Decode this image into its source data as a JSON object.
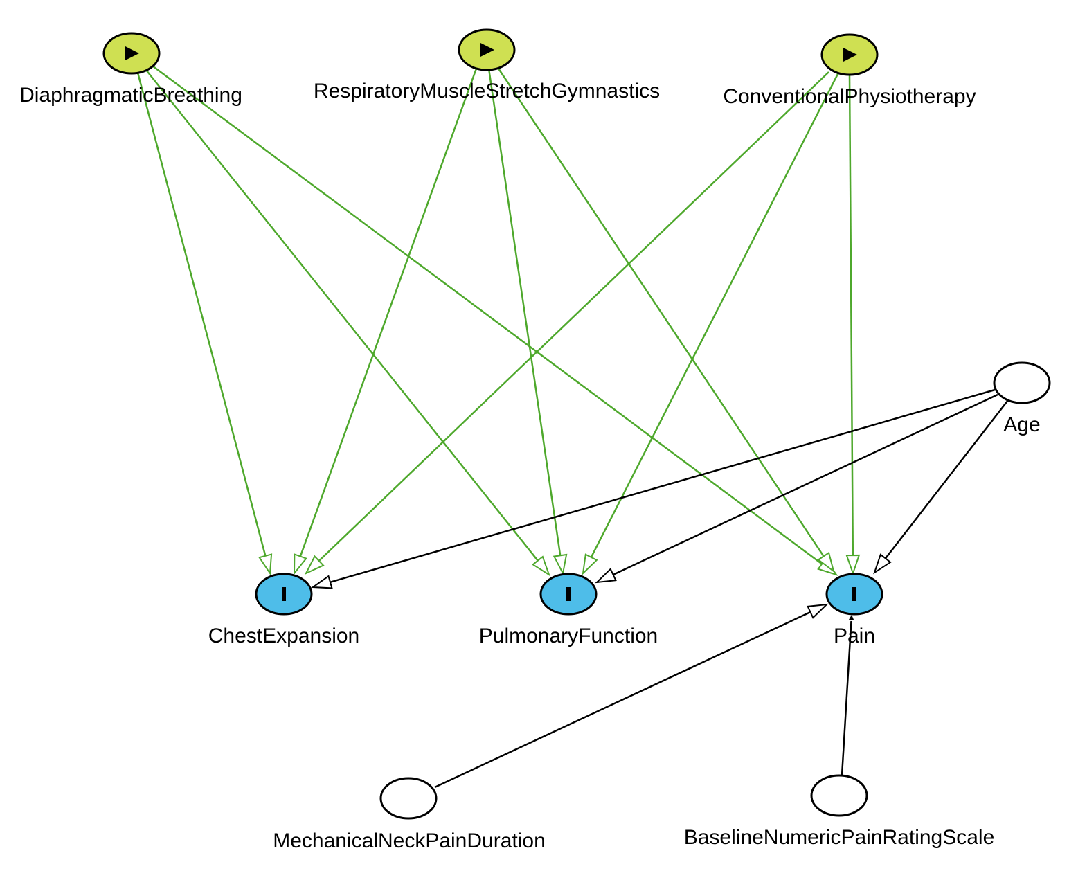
{
  "nodes": [
    {
      "id": "DiaphragmaticBreathing",
      "label": "DiaphragmaticBreathing",
      "type": "exposure"
    },
    {
      "id": "RespiratoryMuscleStretchGymnastics",
      "label": "RespiratoryMuscleStretchGymnastics",
      "type": "exposure"
    },
    {
      "id": "ConventionalPhysiotherapy",
      "label": "ConventionalPhysiotherapy",
      "type": "exposure"
    },
    {
      "id": "Age",
      "label": "Age",
      "type": "other"
    },
    {
      "id": "ChestExpansion",
      "label": "ChestExpansion",
      "type": "outcome"
    },
    {
      "id": "PulmonaryFunction",
      "label": "PulmonaryFunction",
      "type": "outcome"
    },
    {
      "id": "Pain",
      "label": "Pain",
      "type": "outcome"
    },
    {
      "id": "MechanicalNeckPainDuration",
      "label": "MechanicalNeckPainDuration",
      "type": "other"
    },
    {
      "id": "BaselineNumericPainRatingScale",
      "label": "BaselineNumericPainRatingScale",
      "type": "other"
    }
  ],
  "edges": [
    {
      "from": "DiaphragmaticBreathing",
      "to": "ChestExpansion",
      "kind": "causal"
    },
    {
      "from": "DiaphragmaticBreathing",
      "to": "PulmonaryFunction",
      "kind": "causal"
    },
    {
      "from": "DiaphragmaticBreathing",
      "to": "Pain",
      "kind": "causal"
    },
    {
      "from": "RespiratoryMuscleStretchGymnastics",
      "to": "ChestExpansion",
      "kind": "causal"
    },
    {
      "from": "RespiratoryMuscleStretchGymnastics",
      "to": "PulmonaryFunction",
      "kind": "causal"
    },
    {
      "from": "RespiratoryMuscleStretchGymnastics",
      "to": "Pain",
      "kind": "causal"
    },
    {
      "from": "ConventionalPhysiotherapy",
      "to": "ChestExpansion",
      "kind": "causal"
    },
    {
      "from": "ConventionalPhysiotherapy",
      "to": "PulmonaryFunction",
      "kind": "causal"
    },
    {
      "from": "ConventionalPhysiotherapy",
      "to": "Pain",
      "kind": "causal"
    },
    {
      "from": "Age",
      "to": "ChestExpansion",
      "kind": "other"
    },
    {
      "from": "Age",
      "to": "PulmonaryFunction",
      "kind": "other"
    },
    {
      "from": "Age",
      "to": "Pain",
      "kind": "other"
    },
    {
      "from": "MechanicalNeckPainDuration",
      "to": "Pain",
      "kind": "other"
    },
    {
      "from": "BaselineNumericPainRatingScale",
      "to": "Pain",
      "kind": "other"
    }
  ],
  "colors": {
    "exposure_fill": "#cfe052",
    "outcome_fill": "#4ebde9",
    "other_fill": "#ffffff",
    "causal_edge": "#4ea82c",
    "other_edge": "#000000",
    "node_stroke": "#000000"
  },
  "icons": {
    "exposure": "play-triangle-icon",
    "outcome": "bar-i-icon"
  }
}
